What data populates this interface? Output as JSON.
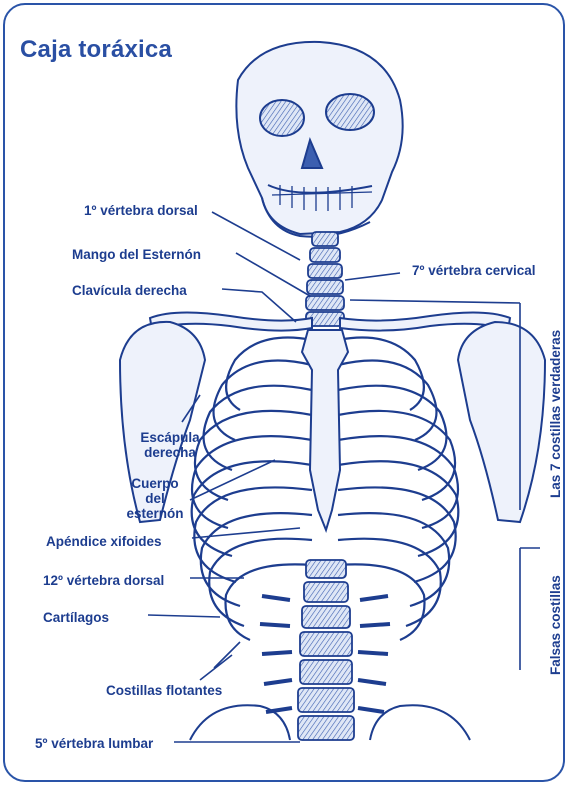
{
  "title": "Caja toráxica",
  "labels": {
    "vertebra_dorsal_1": "1º vértebra dorsal",
    "mango_esternon": "Mango del Esternón",
    "clavicula_derecha": "Clavícula derecha",
    "vertebra_cervical_7": "7º vértebra cervical",
    "escapula_1": "Escápula",
    "escapula_2": "derecha",
    "cuerpo_1": "Cuerpo",
    "cuerpo_2": "del",
    "cuerpo_3": "esternón",
    "apendice_xifoides": "Apéndice xifoides",
    "vertebra_dorsal_12": "12º vértebra dorsal",
    "cartilagos": "Cartílagos",
    "costillas_flotantes": "Costillas flotantes",
    "vertebra_lumbar_5": "5º vértebra lumbar",
    "costillas_verdaderas": "Las 7 costillas verdaderas",
    "falsas_costillas": "Falsas costillas"
  },
  "colors": {
    "ink": "#1d3d8f",
    "frame": "#2a54a8",
    "bone_fill": "#e8eef9"
  }
}
